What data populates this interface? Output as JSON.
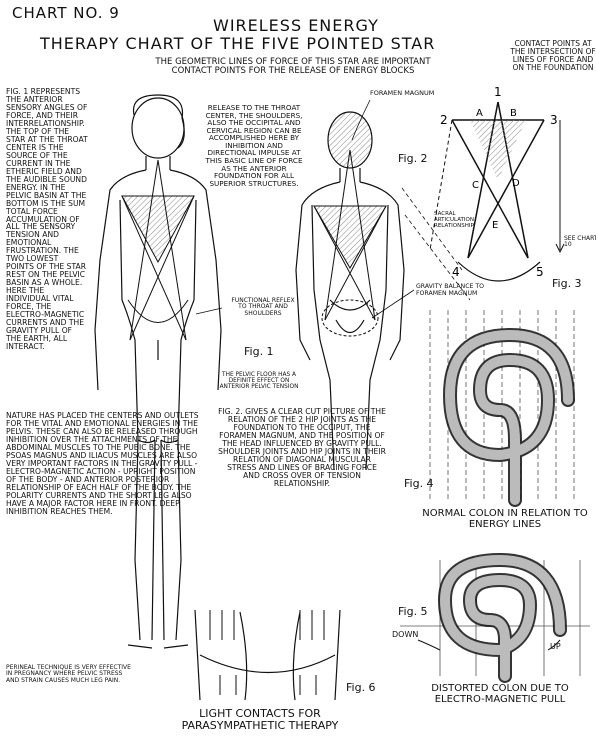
{
  "header": {
    "chart_no": "CHART NO. 9",
    "title_line1": "WIRELESS ENERGY",
    "title_line2": "THERAPY CHART OF THE FIVE POINTED STAR",
    "subtitle": "THE GEOMETRIC LINES OF FORCE OF THIS STAR ARE IMPORTANT CONTACT POINTS FOR THE RELEASE OF ENERGY BLOCKS"
  },
  "fig1": {
    "label": "Fig. 1",
    "text_column": "FIG. 1 REPRESENTS THE ANTERIOR SENSORY ANGLES OF FORCE, AND THEIR INTERRELATIONSHIP. THE TOP OF THE STAR AT THE THROAT CENTER IS THE SOURCE OF THE CURRENT IN THE ETHERIC FIELD AND THE AUDIBLE SOUND ENERGY. IN THE PELVIC BASIN AT THE BOTTOM IS THE SUM TOTAL FORCE ACCUMULATION OF ALL THE SENSORY TENSION AND EMOTIONAL FRUSTRATION. THE TWO LOWEST POINTS OF THE STAR REST ON THE PELVIC BASIN AS A WHOLE. HERE THE INDIVIDUAL VITAL FORCE, THE ELECTRO-MAGNETIC CURRENTS AND THE GRAVITY PULL OF THE EARTH, ALL INTERACT.",
    "text_continued": "NATURE HAS PLACED THE CENTERS AND OUTLETS FOR THE VITAL AND EMOTIONAL ENERGIES IN THE PELVIS. THESE CAN ALSO BE RELEASED THROUGH INHIBITION OVER THE ATTACHMENTS OF THE ABDOMINAL MUSCLES TO THE PUBIC BONE. THE PSOAS MAGNUS AND ILIACUS MUSCLES ARE ALSO VERY IMPORTANT FACTORS IN THE GRAVITY PULL - ELECTRO-MAGNETIC ACTION - UPRIGHT POSITION OF THE BODY - AND ANTERIOR POSTERIOR RELATIONSHIP OF EACH HALF OF THE BODY. THE POLARITY CURRENTS AND THE SHORT LEG ALSO HAVE A MAJOR FACTOR HERE IN FRONT. DEEP INHIBITION REACHES THEM.",
    "perineal_note": "PERINEAL TECHNIQUE IS VERY EFFECTIVE IN PREGNANCY WHERE PELVIC STRESS AND STRAIN CAUSES MUCH LEG PAIN.",
    "release_text": "RELEASE TO THE THROAT CENTER, THE SHOULDERS, ALSO THE OCCIPITAL AND CERVICAL REGION CAN BE ACCOMPLISHED HERE BY INHIBITION AND DIRECTIONAL IMPULSE AT THIS BASIC LINE OF FORCE AS THE ANTERIOR FOUNDATION FOR ALL SUPERIOR STRUCTURES.",
    "functional_reflex": "FUNCTIONAL REFLEX TO THROAT AND SHOULDERS",
    "pelvic_floor": "THE PELVIC FLOOR HAS A DEFINITE EFFECT ON ANTERIOR PELVIC TENSION"
  },
  "fig2": {
    "label": "Fig. 2",
    "foramen_magnum": "FORAMEN MAGNUM",
    "sacral": "SACRAL ARTICULATION RELATIONSHIP",
    "gravity_balance": "GRAVITY BALANCE TO FORAMEN MAGNUM",
    "text": "FIG. 2. GIVES A CLEAR CUT PICTURE OF THE RELATION OF THE 2 HIP JOINTS AS THE FOUNDATION TO THE OCCIPUT, THE FORAMEN MAGNUM, AND THE POSITION OF THE HEAD INFLUENCED BY GRAVITY PULL. SHOULDER JOINTS AND HIP JOINTS IN THEIR RELATION OF DIAGONAL MUSCULAR STRESS AND LINES OF BRACING FORCE AND CROSS OVER OF TENSION RELATIONSHIP."
  },
  "fig3": {
    "label": "Fig. 3",
    "contact_points": "CONTACT POINTS AT THE INTERSECTION OF LINES OF FORCE AND ON THE FOUNDATION",
    "see_chart": "SEE CHART 10",
    "points": [
      "1",
      "2",
      "3",
      "4",
      "5"
    ],
    "letters": [
      "A",
      "B",
      "C",
      "D",
      "E"
    ]
  },
  "fig4": {
    "label": "Fig. 4",
    "caption": "NORMAL COLON IN RELATION TO ENERGY LINES"
  },
  "fig5": {
    "label": "Fig. 5",
    "down": "DOWN",
    "up": "UP",
    "caption": "DISTORTED COLON DUE TO ELECTRO-MAGNETIC PULL"
  },
  "fig6": {
    "label": "Fig. 6",
    "caption": "LIGHT CONTACTS FOR PARASYMPATHETIC THERAPY"
  },
  "colors": {
    "ink": "#111111",
    "hatch": "#9a9a9a",
    "background": "#ffffff"
  }
}
